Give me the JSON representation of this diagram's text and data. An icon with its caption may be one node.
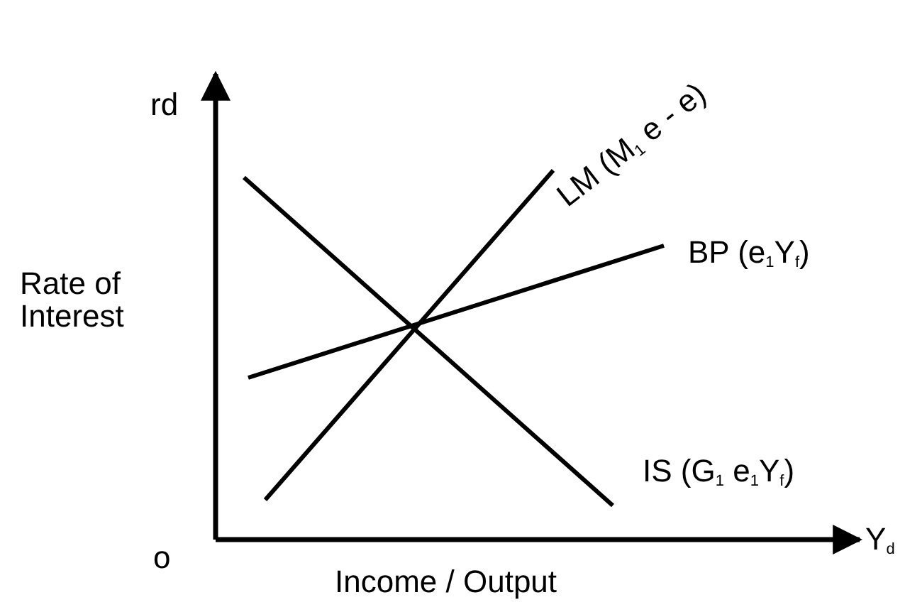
{
  "diagram": {
    "labels": [
      "rd",
      "LM (M$_{1}$ e - e)",
      "BP (e$_{1}$Y$_{f}$)",
      "Rate of Interest",
      "IS (G$_{1}$ e$_{1}$Y$_{f}$)",
      "o",
      "Y$_{d}$",
      "Income / Output"
    ]
  }
}
